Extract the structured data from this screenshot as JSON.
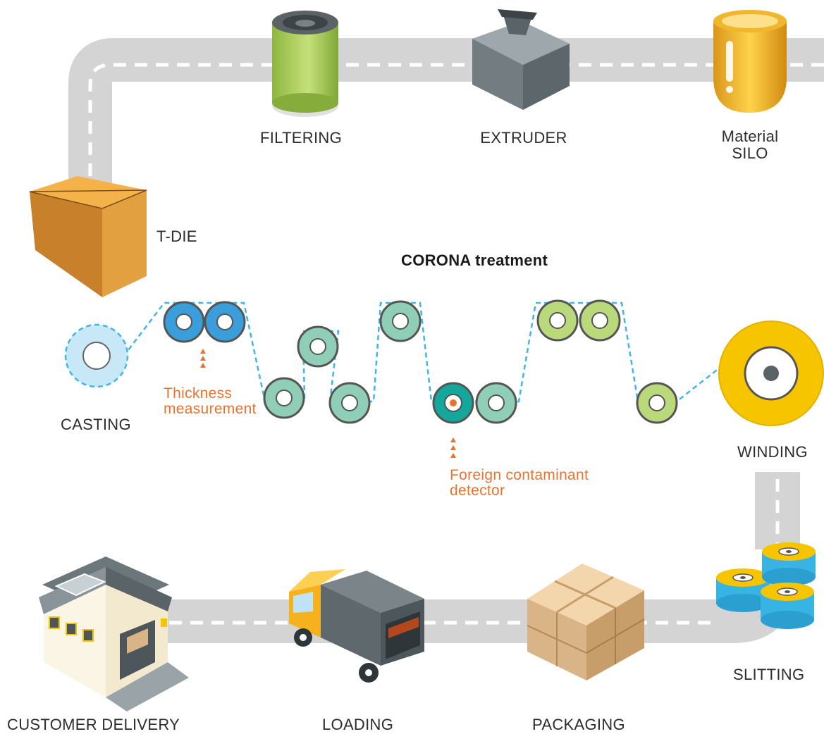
{
  "steps": {
    "filtering": "FILTERING",
    "extruder": "EXTRUDER",
    "silo_line1": "Material",
    "silo_line2": "SILO",
    "tdie": "T-DIE",
    "corona": "CORONA treatment",
    "casting": "CASTING",
    "thickness_line1": "Thickness",
    "thickness_line2": "measurement",
    "contaminant_line1": "Foreign contaminant",
    "contaminant_line2": "detector",
    "winding": "WINDING",
    "slitting": "SLITTING",
    "customer_delivery": "CUSTOMER DELIVERY",
    "loading": "LOADING",
    "packaging": "PACKAGING"
  },
  "colors": {
    "road": "#d4d4d4",
    "road_dash": "#ffffff",
    "film_line": "#3fb6e8",
    "inspection": "#e8732e",
    "roller_blue": "#3a9edb",
    "roller_mint": "#8fcfb8",
    "roller_teal": "#14a79c",
    "roller_green": "#b9d97a",
    "winding_reel": "#f6c500"
  }
}
